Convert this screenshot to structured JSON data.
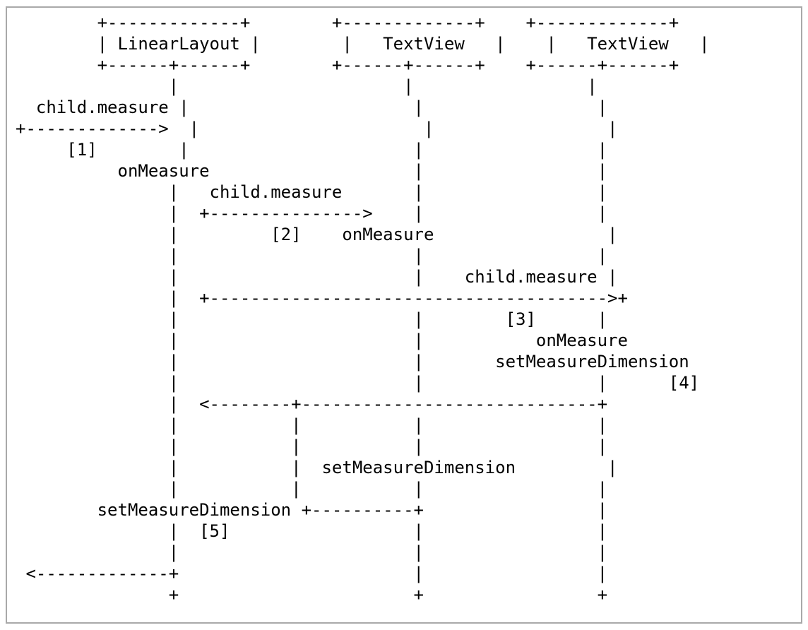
{
  "diagram": {
    "lines": [
      "        +-------------+        +-------------+    +-------------+",
      "        | LinearLayout |        |   TextView   |    |   TextView   |",
      "        +------+------+        +------+------+    +------+------+",
      "               |                      |                 |",
      "  child.measure |                      |                 |",
      "+------------->  |                      |                 |",
      "     [1]        |                      |                 |",
      "          onMeasure                    |                 |",
      "               |   child.measure       |                 |",
      "               |  +--------------->    |                 |",
      "               |         [2]    onMeasure                 |",
      "               |                       |                 |",
      "               |                       |    child.measure |",
      "               |  +--------------------------------------->+",
      "               |                       |        [3]      |",
      "               |                       |           onMeasure",
      "               |                       |       setMeasureDimension",
      "               |                       |                 |      [4]",
      "               |  <--------+-----------------------------+",
      "               |           |           |                 |",
      "               |           |           |                 |",
      "               |           |  setMeasureDimension         |",
      "               |           |           |                 |",
      "        setMeasureDimension +----------+                 |",
      "               |  [5]                  |                 |",
      "               |                       |                 |",
      " <-------------+                       |                 |",
      "               +                       +                 +"
    ]
  }
}
